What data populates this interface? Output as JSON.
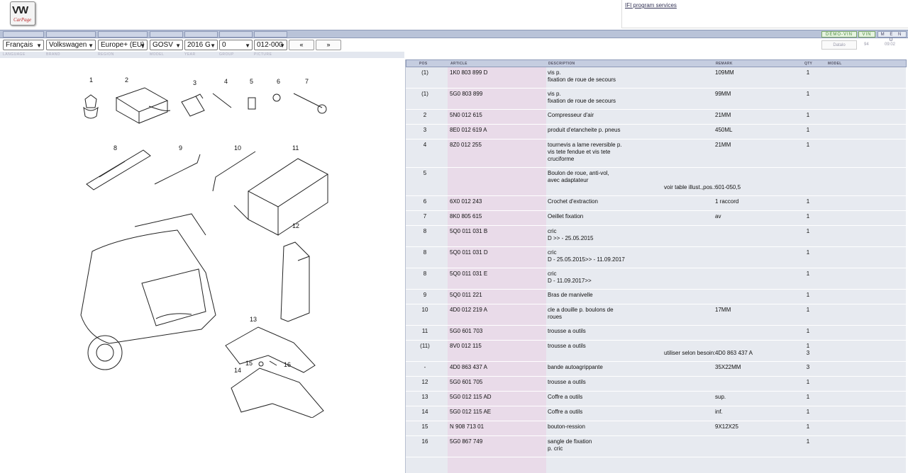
{
  "header": {
    "logo_text": "VW",
    "logo_sub": "CarPage",
    "ifi_link": "IFI program services"
  },
  "band": {
    "vin_demo": "DEMO-VIN",
    "vin": "VIN",
    "menu": "M E N U"
  },
  "filters": {
    "language": "Français",
    "brand": "Volkswagen",
    "region": "Europe+ (EU)",
    "model": "GOSV",
    "year": "2016 G",
    "group": "0",
    "picture": "012-000",
    "prev": "«",
    "next": "»",
    "small_box": "Datalo",
    "small_num1": "94",
    "small_num2": "09:02"
  },
  "filter_labels": [
    "LANGUAGE",
    "BRAND",
    "REGION",
    "MODEL",
    "YEAR",
    "GROUP",
    "PICTURE"
  ],
  "columns": {
    "pos": "POS",
    "article": "ARTICLE",
    "description": "DESCRIPTION",
    "remark": "REMARK",
    "qty": "QTY",
    "model": "MODEL"
  },
  "illustration": {
    "callouts": [
      "1",
      "2",
      "3",
      "4",
      "5",
      "6",
      "7",
      "8",
      "9",
      "10",
      "11",
      "12",
      "13",
      "14",
      "15",
      "16"
    ]
  },
  "rows": [
    {
      "pos": "(1)",
      "article": "1K0 803 899 D",
      "desc": [
        "vis p.",
        "fixation de roue de secours"
      ],
      "remark": "109MM",
      "qty": [
        "1"
      ],
      "extra": ""
    },
    {
      "pos": "(1)",
      "article": "5G0 803 899",
      "desc": [
        "vis p.",
        "fixation de roue de secours"
      ],
      "remark": "99MM",
      "qty": [
        "1"
      ],
      "extra": ""
    },
    {
      "pos": "2",
      "article": "5N0 012 615",
      "desc": [
        "Compresseur d'air"
      ],
      "remark": "21MM",
      "qty": [
        "1"
      ],
      "extra": ""
    },
    {
      "pos": "3",
      "article": "8E0 012 619 A",
      "desc": [
        "produit d'etancheite p. pneus"
      ],
      "remark": "450ML",
      "qty": [
        "1"
      ],
      "extra": ""
    },
    {
      "pos": "4",
      "article": "8Z0 012 255",
      "desc": [
        "tournevis a lame reversible p.",
        "vis tete fendue et vis tete",
        "cruciforme"
      ],
      "remark": "21MM",
      "qty": [
        "1"
      ],
      "extra": ""
    },
    {
      "pos": "5",
      "article": "",
      "desc": [
        "Boulon de roue, anti-vol,",
        "avec adaptateur"
      ],
      "remark": "601-050,5",
      "remark_line": 2,
      "qty": [],
      "extra": "voir table illust.,pos.:"
    },
    {
      "pos": "6",
      "article": "6X0 012 243",
      "desc": [
        "Crochet d'extraction"
      ],
      "remark": "1 raccord",
      "qty": [
        "1"
      ],
      "extra": ""
    },
    {
      "pos": "7",
      "article": "8K0 805 615",
      "desc": [
        "Oeillet fixation"
      ],
      "remark": "av",
      "qty": [
        "1"
      ],
      "extra": ""
    },
    {
      "pos": "8",
      "article": "5Q0 011 031 B",
      "desc": [
        "cric",
        "D            >> - 25.05.2015"
      ],
      "remark": "",
      "qty": [
        "1"
      ],
      "extra": ""
    },
    {
      "pos": "8",
      "article": "5Q0 011 031 D",
      "desc": [
        "cric",
        "D - 25.05.2015>> - 11.09.2017"
      ],
      "remark": "",
      "qty": [
        "1"
      ],
      "extra": ""
    },
    {
      "pos": "8",
      "article": "5Q0 011 031 E",
      "desc": [
        "cric",
        "D - 11.09.2017>>"
      ],
      "remark": "",
      "qty": [
        "1"
      ],
      "extra": ""
    },
    {
      "pos": "9",
      "article": "5Q0 011 221",
      "desc": [
        "Bras de manivelle"
      ],
      "remark": "",
      "qty": [
        "1"
      ],
      "extra": ""
    },
    {
      "pos": "10",
      "article": "4D0 012 219 A",
      "desc": [
        "cle a douille p. boulons de",
        "roues"
      ],
      "remark": "17MM",
      "qty": [
        "1"
      ],
      "extra": ""
    },
    {
      "pos": "11",
      "article": "5G0 601 703",
      "desc": [
        "trousse a outils"
      ],
      "remark": "",
      "qty": [
        "1"
      ],
      "extra": ""
    },
    {
      "pos": "(11)",
      "article": "8V0 012 115",
      "desc": [
        "trousse a outils"
      ],
      "remark": "4D0 863 437 A",
      "remark_line": 1,
      "qty": [
        "1",
        "3"
      ],
      "extra": "utiliser selon besoin:"
    },
    {
      "pos": "-",
      "article": "4D0 863 437 A",
      "desc": [
        "bande autoagrippante"
      ],
      "remark": "35X22MM",
      "qty": [
        "3"
      ],
      "extra": ""
    },
    {
      "pos": "12",
      "article": "5G0 601 705",
      "desc": [
        "trousse a outils"
      ],
      "remark": "",
      "qty": [
        "1"
      ],
      "extra": ""
    },
    {
      "pos": "13",
      "article": "5G0 012 115 AD",
      "desc": [
        "Coffre a outils"
      ],
      "remark": "sup.",
      "qty": [
        "1"
      ],
      "extra": ""
    },
    {
      "pos": "14",
      "article": "5G0 012 115 AE",
      "desc": [
        "Coffre a outils"
      ],
      "remark": "inf.",
      "qty": [
        "1"
      ],
      "extra": ""
    },
    {
      "pos": "15",
      "article": "N  908 713 01",
      "desc": [
        "bouton-ression"
      ],
      "remark": "9X12X25",
      "qty": [
        "1"
      ],
      "extra": ""
    },
    {
      "pos": "16",
      "article": "5G0 867 749",
      "desc": [
        "sangle de fixation",
        "p. cric"
      ],
      "remark": "",
      "qty": [
        "1"
      ],
      "extra": ""
    }
  ]
}
